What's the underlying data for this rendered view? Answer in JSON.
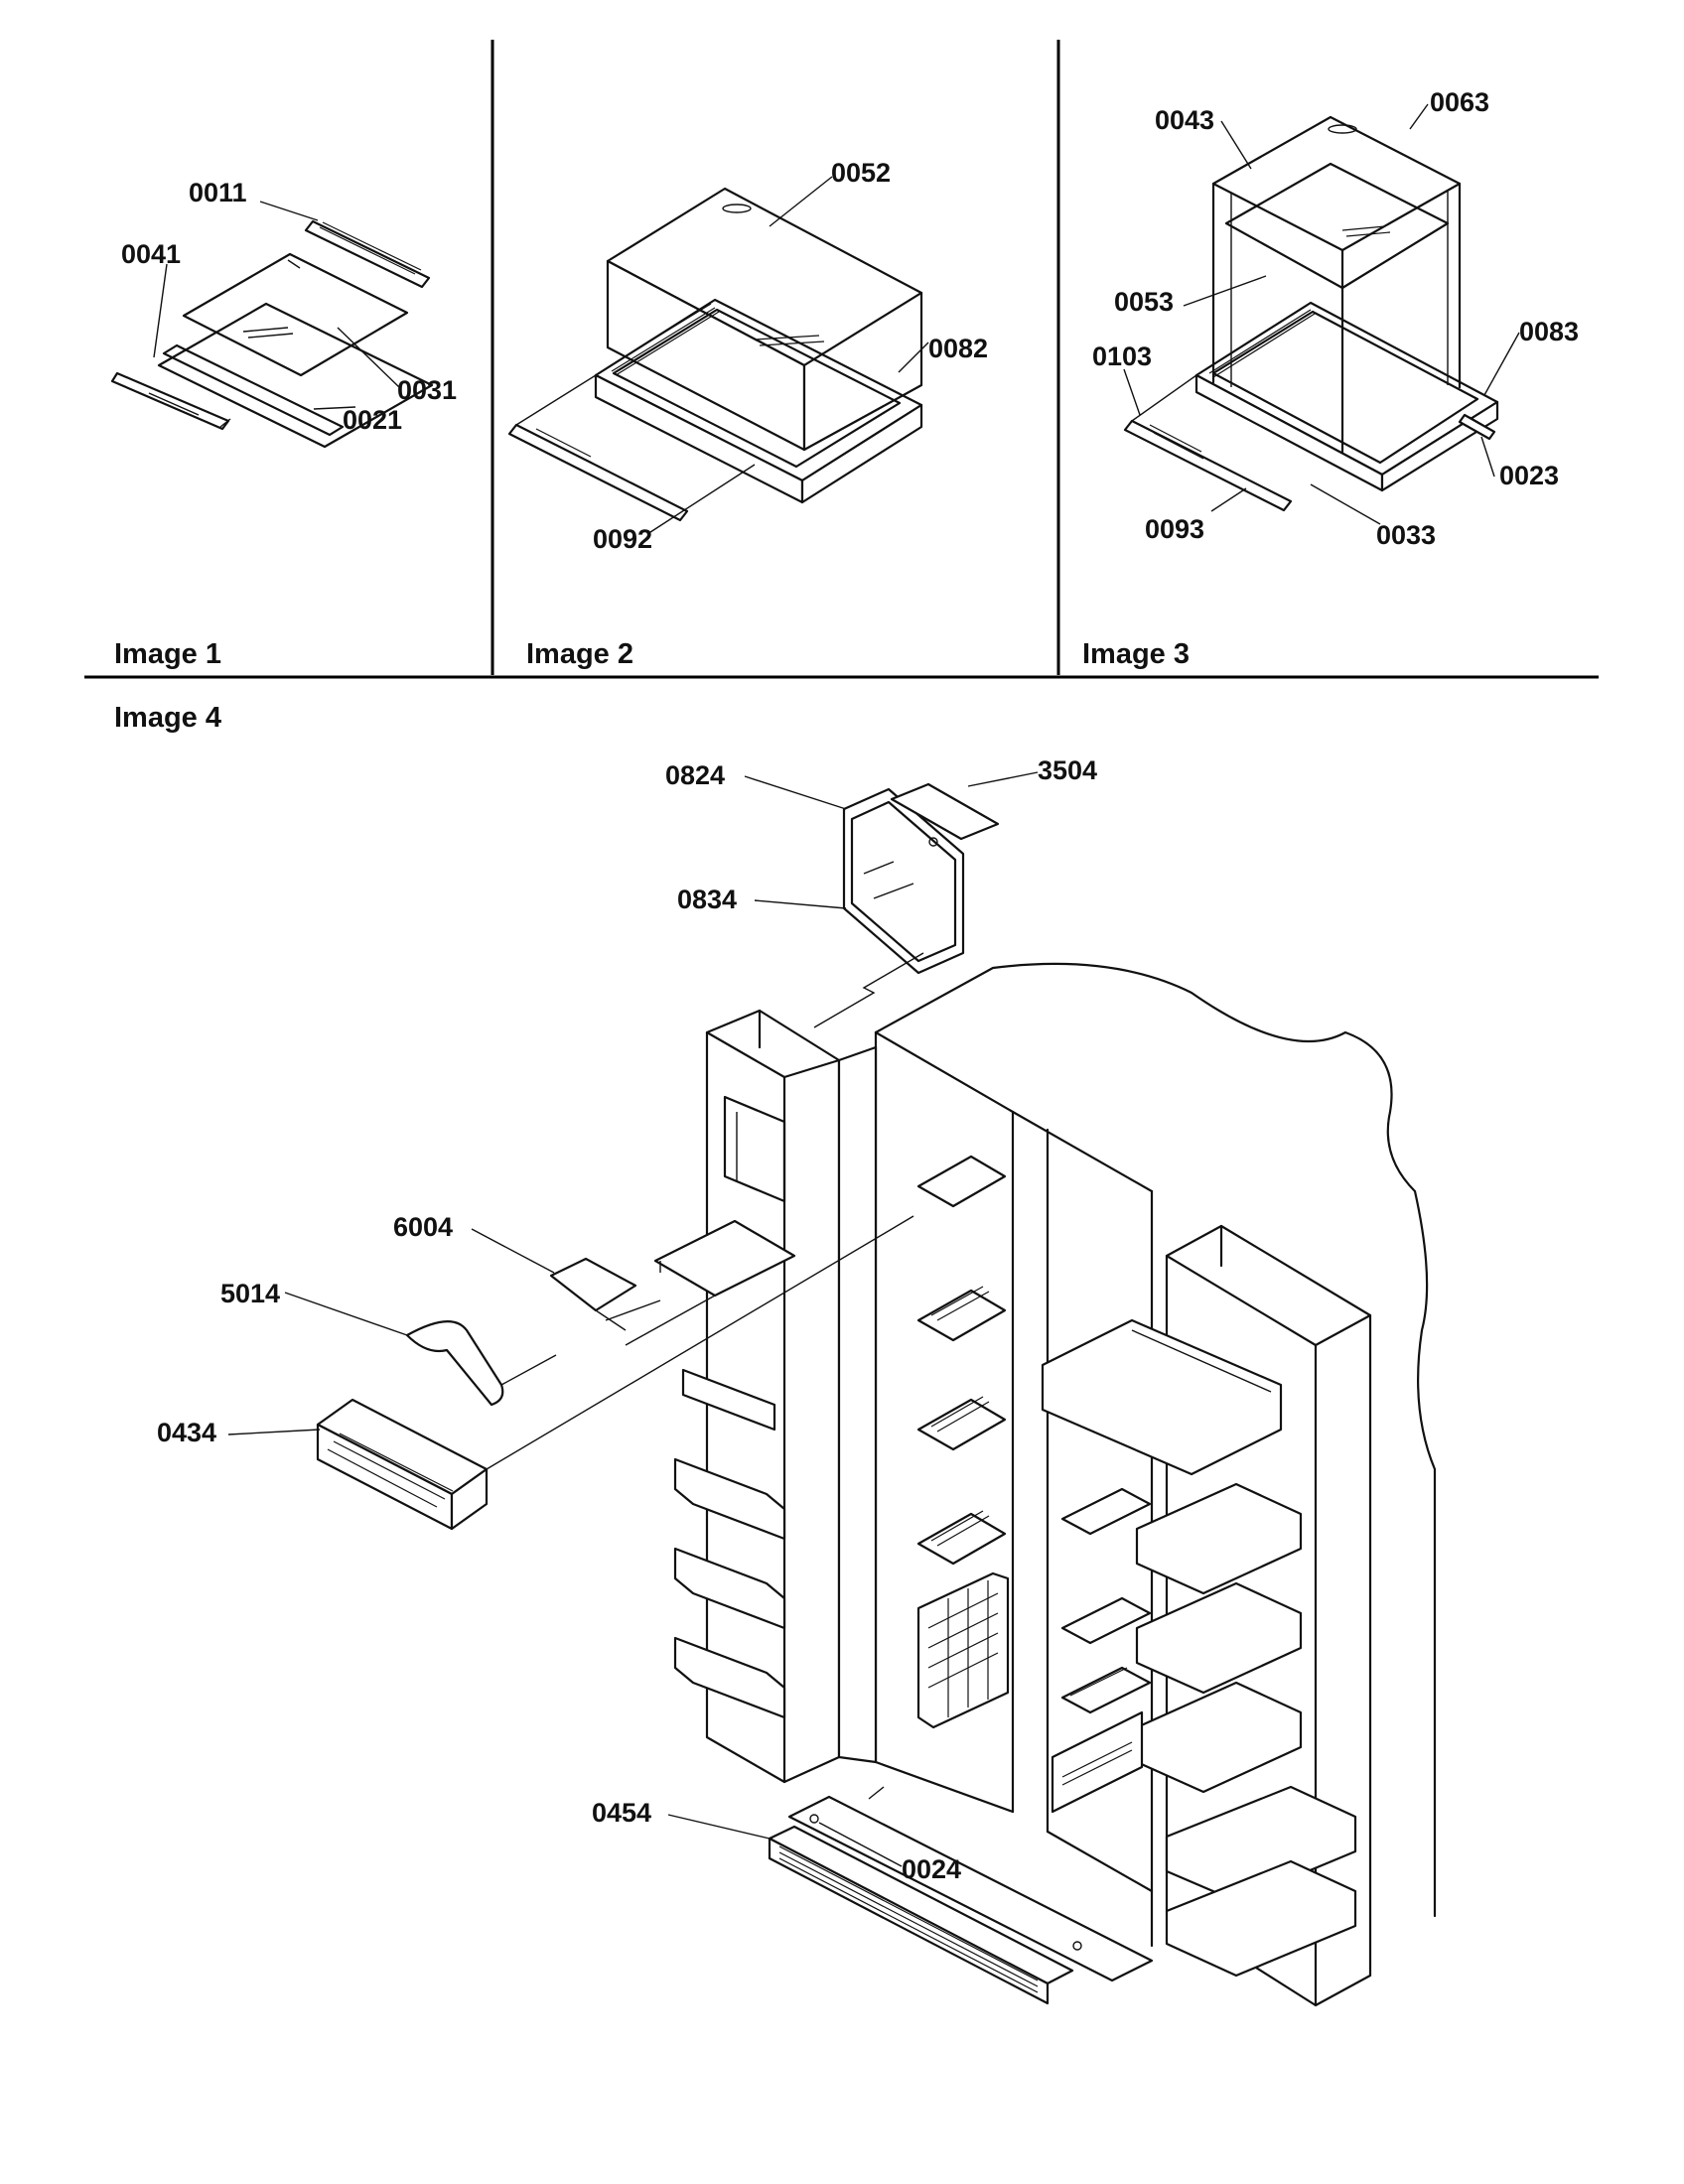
{
  "panels": [
    {
      "id": "image-1",
      "title": "Image 1",
      "parts": [
        "0011",
        "0041",
        "0031",
        "0021"
      ]
    },
    {
      "id": "image-2",
      "title": "Image 2",
      "parts": [
        "0052",
        "0082",
        "0092"
      ]
    },
    {
      "id": "image-3",
      "title": "Image 3",
      "parts": [
        "0043",
        "0063",
        "0053",
        "0103",
        "0083",
        "0023",
        "0093",
        "0033"
      ]
    },
    {
      "id": "image-4",
      "title": "Image 4",
      "parts": [
        "0824",
        "3504",
        "0834",
        "6004",
        "5014",
        "0434",
        "0454",
        "0024"
      ]
    }
  ]
}
